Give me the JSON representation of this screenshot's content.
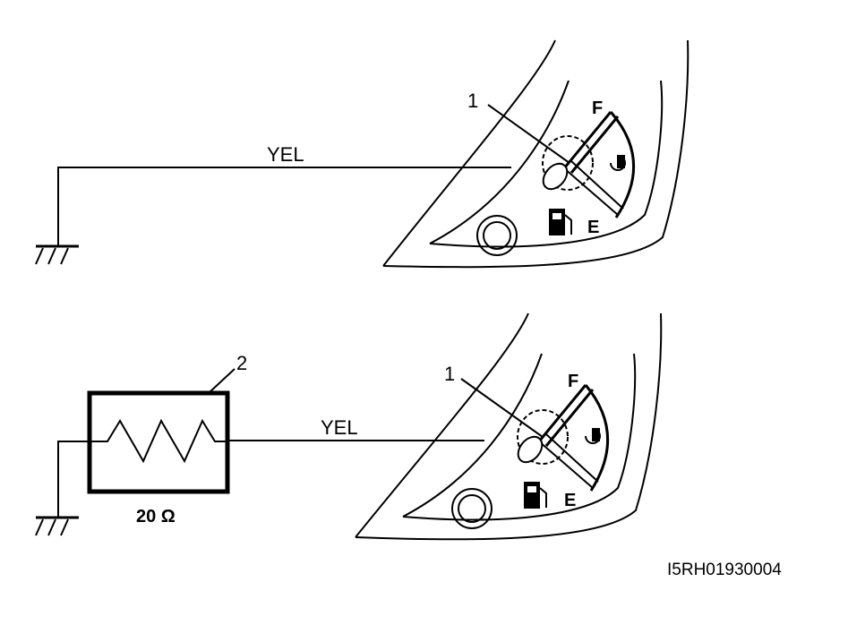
{
  "diagrams": [
    {
      "wire_label": "YEL",
      "callout_1": "1",
      "gauge": {
        "full_label": "F",
        "empty_label": "E",
        "fuel_icon": "fuel-pump-icon"
      }
    },
    {
      "wire_label": "YEL",
      "callout_1": "1",
      "callout_2": "2",
      "resistor_value": "20 Ω",
      "gauge": {
        "full_label": "F",
        "empty_label": "E",
        "fuel_icon": "fuel-pump-icon"
      }
    }
  ],
  "figure_id": "I5RH01930004"
}
